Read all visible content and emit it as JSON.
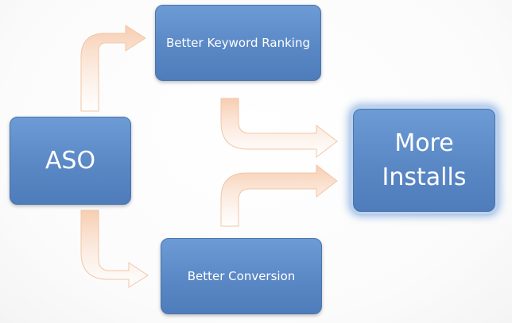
{
  "nodes": {
    "aso": "ASO",
    "keyword_ranking": "Better Keyword Ranking",
    "conversion": "Better Conversion",
    "installs": "More Installs"
  },
  "edges": [
    {
      "from": "ASO",
      "to": "Better Keyword Ranking"
    },
    {
      "from": "ASO",
      "to": "Better Conversion"
    },
    {
      "from": "Better Keyword Ranking",
      "to": "More Installs"
    },
    {
      "from": "Better Conversion",
      "to": "More Installs"
    }
  ],
  "colors": {
    "box_fill": "#5a88c5",
    "box_border": "#4a74ad",
    "arrow_fill": "#f9d7bf",
    "arrow_stroke": "#f0c3a3",
    "highlight_glow": "#8cb2e4"
  }
}
